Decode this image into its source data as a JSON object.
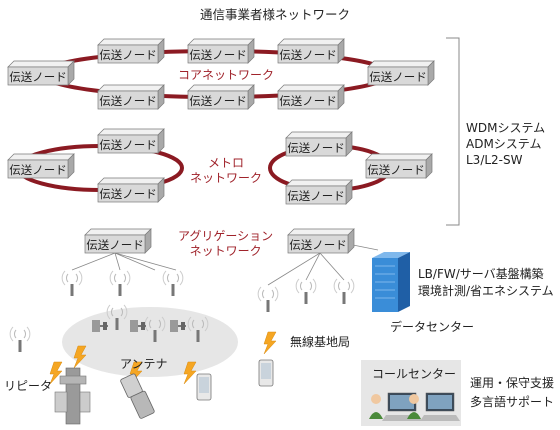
{
  "title": "通信事業者様ネットワーク",
  "node_label": "伝送ノード",
  "networks": {
    "core": "コアネットワーク",
    "metro_line1": "メトロ",
    "metro_line2": "ネットワーク",
    "aggregation_line1": "アグリゲーション",
    "aggregation_line2": "ネットワーク"
  },
  "systems": [
    "WDMシステム",
    "ADMシステム",
    "L3/L2-SW"
  ],
  "datacenter": {
    "services": [
      "LB/FW/サーバ基盤構築",
      "環境計測/省エネシステム"
    ],
    "label": "データセンター"
  },
  "access": {
    "antenna": "アンテナ",
    "repeater": "リピータ",
    "base_station": "無線基地局"
  },
  "callcenter": {
    "label": "コールセンター",
    "services": [
      "運用・保守支援",
      "多言語サポート"
    ]
  },
  "colors": {
    "ring": "#8b1a22",
    "ring_label": "#a0232b",
    "node_face": "#d9d9d9",
    "node_top": "#f1f1f1",
    "node_side": "#a9a9a9",
    "lightning": "#f5a623",
    "building": "#3a8dd8"
  }
}
